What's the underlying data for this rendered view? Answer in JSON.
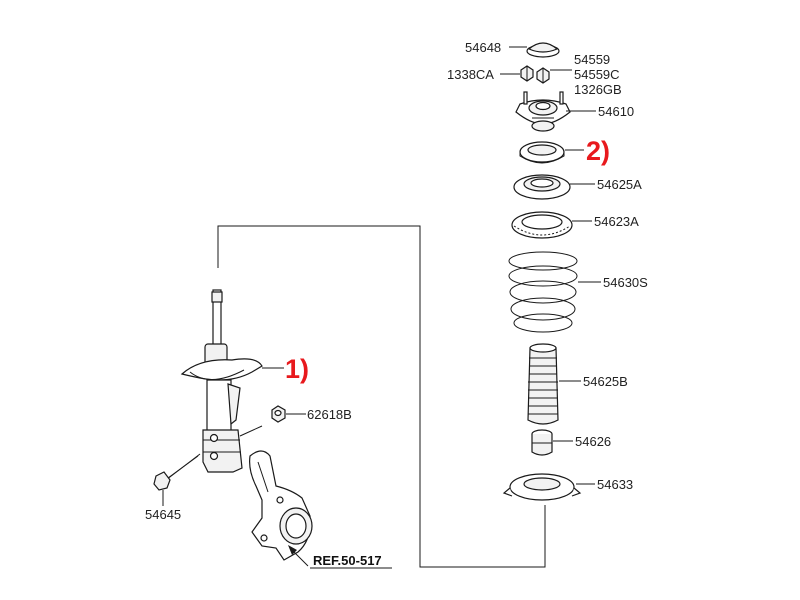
{
  "colors": {
    "line": "#1a1a1a",
    "callout": "#e8191d",
    "background": "#ffffff"
  },
  "callouts": {
    "strut": "1)",
    "bearing": "2)"
  },
  "parts": {
    "insulator_cap": "54648",
    "nut_a": "1338CA",
    "nut_b1": "54559",
    "nut_b2": "54559C",
    "nut_b3": "1326GB",
    "mount": "54610",
    "spring_seat_upper": "54625A",
    "spring_pad": "54623A",
    "coil_spring": "54630S",
    "dust_cover": "54625B",
    "bumper": "54626",
    "spring_pad_lower": "54633",
    "strut_nut": "62618B",
    "strut_bolt": "54645"
  },
  "reference": "REF.50-517"
}
